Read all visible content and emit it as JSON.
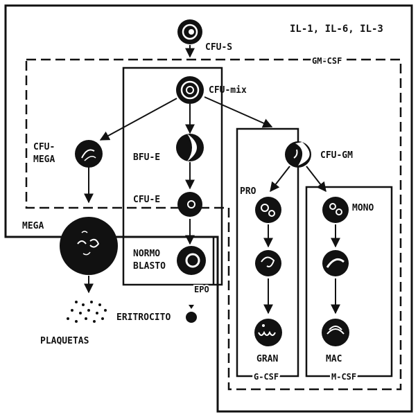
{
  "colors": {
    "ink": "#111111",
    "paper": "#ffffff"
  },
  "cytokines_top": "IL-1, IL-6, IL-3",
  "regions": {
    "gm_csf": "GM-CSF",
    "epo": "EPO",
    "g_csf": "G-CSF",
    "m_csf": "M-CSF"
  },
  "cells": {
    "cfu_s": "CFU-S",
    "cfu_mix": "CFU-mix",
    "cfu_mega_line1": "CFU-",
    "cfu_mega_line2": "MEGA",
    "bfu_e": "BFU-E",
    "cfu_e": "CFU-E",
    "cfu_gm": "CFU-GM",
    "pro": "PRO",
    "mono": "MONO",
    "mega": "MEGA",
    "normoblasto_line1": "NORMO",
    "normoblasto_line2": "BLASTO",
    "eritrocito": "ERITROCITO",
    "plaquetas": "PLAQUETAS",
    "gran": "GRAN",
    "mac": "MAC"
  }
}
